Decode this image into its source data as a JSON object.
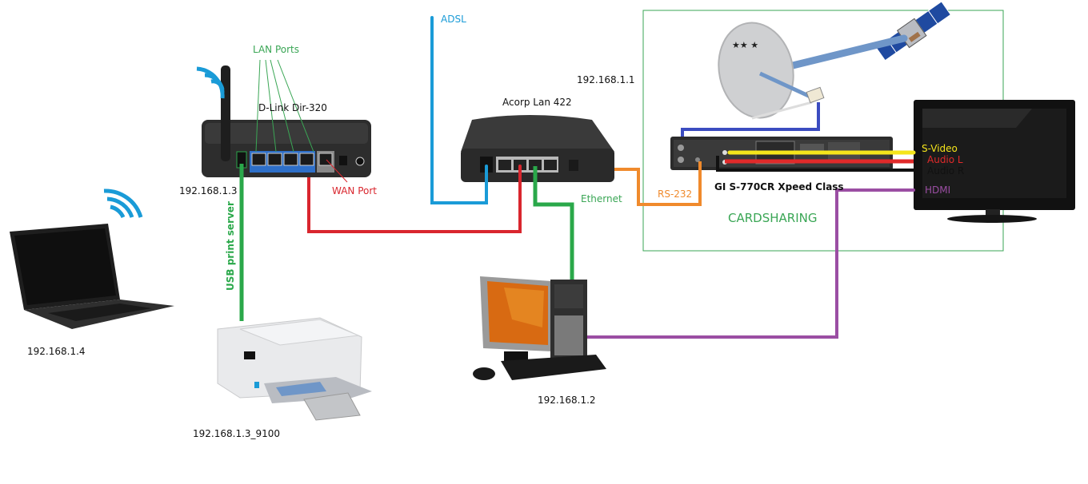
{
  "diagram": {
    "title": "Home network & cardsharing setup",
    "colors": {
      "adsl": "#1a9bd7",
      "wan": "#d9262e",
      "ethernet": "#2aa84a",
      "usb": "#2aa84a",
      "lan_annotation": "#3aa655",
      "rs232": "#f08a2c",
      "hdmi": "#9b4ea3",
      "svideo": "#f5e51b",
      "audio_l": "#e02a2a",
      "audio_r": "#111111",
      "lnb": "#3b4cc0",
      "satellite_beam": "#6f96c8",
      "cardsharing_box": "#3aa655",
      "wifi": "#1a9bd7"
    },
    "devices": {
      "router": {
        "name": "D-Link Dir-320",
        "ip": "192.168.1.3"
      },
      "modem": {
        "name": "Acorp Lan 422",
        "ip": "192.168.1.1"
      },
      "laptop": {
        "ip": "192.168.1.4"
      },
      "printer": {
        "ip": "192.168.1.3_9100"
      },
      "desktop": {
        "ip": "192.168.1.2"
      },
      "receiver": {
        "name": "GI S-770CR Xpeed Class"
      },
      "tv": {},
      "dish": {},
      "satellite": {}
    },
    "labels": {
      "lan_ports": "LAN Ports",
      "wan_port": "WAN Port",
      "adsl": "ADSL",
      "ethernet": "Ethernet",
      "usb_print_server": "USB print server",
      "rs232": "RS-232",
      "cardsharing": "CARDSHARING",
      "svideo": "S-Video",
      "audio_l": "Audio L",
      "audio_r": "Audio R",
      "hdmi": "HDMI"
    }
  }
}
